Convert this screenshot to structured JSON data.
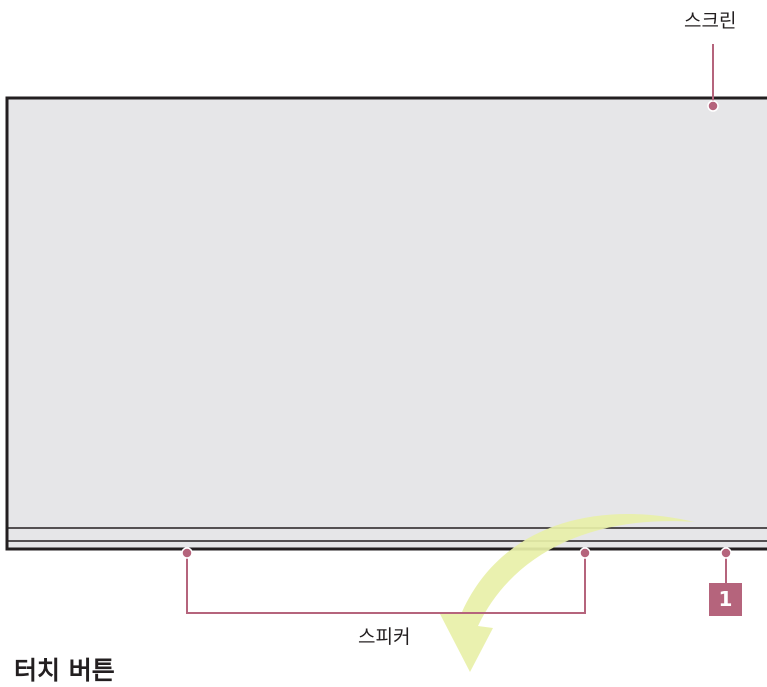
{
  "labels": {
    "screen": "스크린",
    "speaker": "스피커",
    "callout_number": "1",
    "section_heading": "터치 버튼"
  },
  "colors": {
    "panel_fill": "#e6e6e8",
    "panel_outline": "#231f20",
    "leader_line": "#b5647c",
    "badge_fill": "#b5647c",
    "arrow_fill": "#e8f0a8"
  }
}
